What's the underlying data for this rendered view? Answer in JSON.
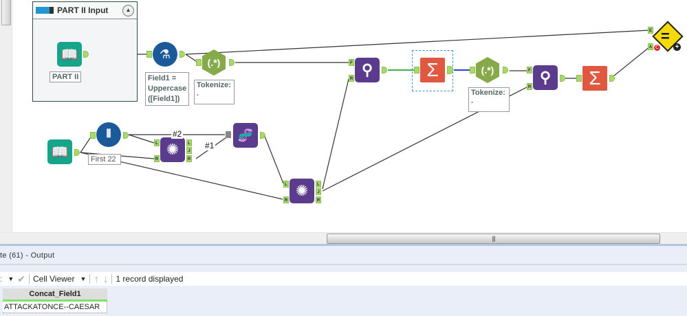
{
  "canvas": {
    "container": {
      "title": "PART II Input",
      "collapse_icon": "chevron-up-icon"
    },
    "tools": [
      {
        "id": "input-part2",
        "type": "input-data",
        "icon": "book-icon",
        "color": "#16a48b",
        "label": "PART II"
      },
      {
        "id": "formula-uppercase",
        "type": "formula",
        "icon": "flask-icon",
        "color": "#1a5a9b",
        "label": "Field1 = Uppercase ([Field1])"
      },
      {
        "id": "regex-tokenize-1",
        "type": "regex",
        "icon": "regex-icon",
        "glyph": "(.*)",
        "color": "#86a94a",
        "label": "Tokenize: ."
      },
      {
        "id": "find-replace-1",
        "type": "find-replace",
        "icon": "find-replace-icon",
        "color": "#5b3b8c",
        "anchors": [
          "F",
          "R"
        ]
      },
      {
        "id": "summarize-1",
        "type": "summarize",
        "icon": "sigma-icon",
        "glyph": "Σ",
        "color": "#e0583f",
        "selected": true
      },
      {
        "id": "regex-tokenize-2",
        "type": "regex",
        "icon": "regex-icon",
        "glyph": "(.*)",
        "color": "#86a94a",
        "label": "Tokenize: ."
      },
      {
        "id": "find-replace-2",
        "type": "find-replace",
        "icon": "find-replace-icon",
        "color": "#5b3b8c",
        "anchors": [
          "F",
          "R"
        ]
      },
      {
        "id": "summarize-2",
        "type": "summarize",
        "icon": "sigma-icon",
        "glyph": "Σ",
        "color": "#e0583f"
      },
      {
        "id": "test",
        "type": "test",
        "icon": "equals-diamond-icon",
        "glyph": "=",
        "color": "#f5d90a",
        "anchors": [
          "E",
          "A"
        ]
      },
      {
        "id": "input-2",
        "type": "input-data",
        "icon": "book-icon",
        "color": "#16a48b"
      },
      {
        "id": "sample",
        "type": "sample",
        "icon": "test-tubes-icon",
        "color": "#1a5a9b",
        "label": "First 22"
      },
      {
        "id": "join-1",
        "type": "join",
        "icon": "join-icon",
        "color": "#5b3b8c",
        "anchors_in": [
          "L",
          "R"
        ],
        "anchors_out": [
          "L",
          "J",
          "R"
        ]
      },
      {
        "id": "dna",
        "type": "transpose",
        "icon": "dna-icon",
        "color": "#5b3b8c"
      },
      {
        "id": "join-2",
        "type": "join",
        "icon": "join-icon",
        "color": "#5b3b8c",
        "anchors_in": [
          "L",
          "R"
        ],
        "anchors_out": [
          "L",
          "J",
          "R"
        ]
      }
    ],
    "wire_labels": [
      "#2",
      "#1"
    ]
  },
  "results": {
    "title": "te (61) - Output",
    "toolbar": {
      "cell_viewer": "Cell Viewer",
      "record_count": "1 record displayed"
    },
    "columns": [
      "Concat_Field1"
    ],
    "rows": [
      [
        "ATTACKATONCE--CAESAR"
      ]
    ]
  },
  "colors": {
    "accent": "#7ee26b",
    "anchor": "#a9d96a",
    "splitter": "#b6c4dd"
  }
}
